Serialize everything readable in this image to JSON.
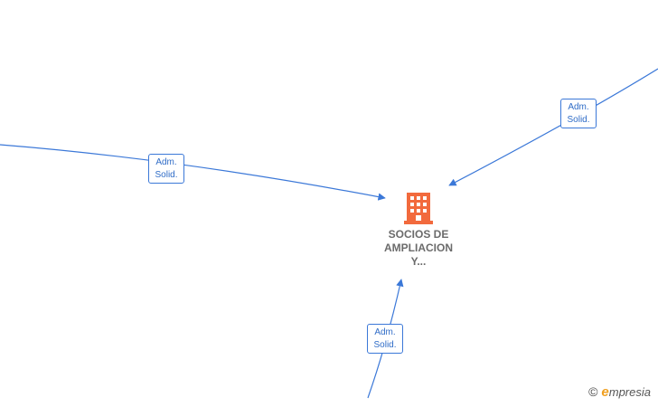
{
  "company_node": {
    "label": "SOCIOS DE\nAMPLIACION\nY...",
    "icon": "building-icon",
    "color": "#f26a3d"
  },
  "edges": [
    {
      "line1": "Adm.",
      "line2": "Solid."
    },
    {
      "line1": "Adm.",
      "line2": "Solid."
    },
    {
      "line1": "Adm.",
      "line2": "Solid."
    }
  ],
  "edge_color": "#3b78d8",
  "brand": {
    "copyright_symbol": "©",
    "logo_e": "e",
    "logo_rest": "mpresia"
  }
}
